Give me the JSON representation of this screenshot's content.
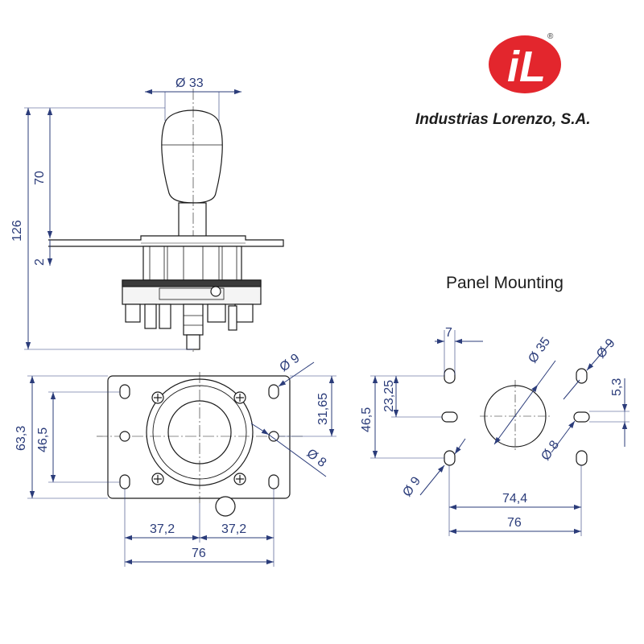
{
  "brand": {
    "company": "Industrias Lorenzo, S.A.",
    "logo_letters": "iL",
    "registered_mark": "®",
    "logo_color": "#e3262d"
  },
  "panel_title": "Panel Mounting",
  "side_view": {
    "dims": {
      "knob_dia": "33",
      "total_height": "126",
      "knob_height": "70",
      "plate_thickness": "2"
    }
  },
  "bottom_view": {
    "dims": {
      "hole_dia_9": "9",
      "hole_dia_8": "8",
      "height_63": "63,3",
      "height_46": "46,5",
      "offset_31": "31,65",
      "half_left": "37,2",
      "half_right": "37,2",
      "width_76": "76"
    }
  },
  "panel_view": {
    "dims": {
      "gap_7": "7",
      "dia_35": "35",
      "dia_9_top": "9",
      "dia_9_bottom": "9",
      "dia_8": "8",
      "height_46": "46,5",
      "height_23": "23,25",
      "offset_53": "5,3",
      "width_744": "74,4",
      "width_76": "76"
    }
  },
  "colors": {
    "line": "#1a1a1a",
    "dimension": "#2b3c7a"
  }
}
